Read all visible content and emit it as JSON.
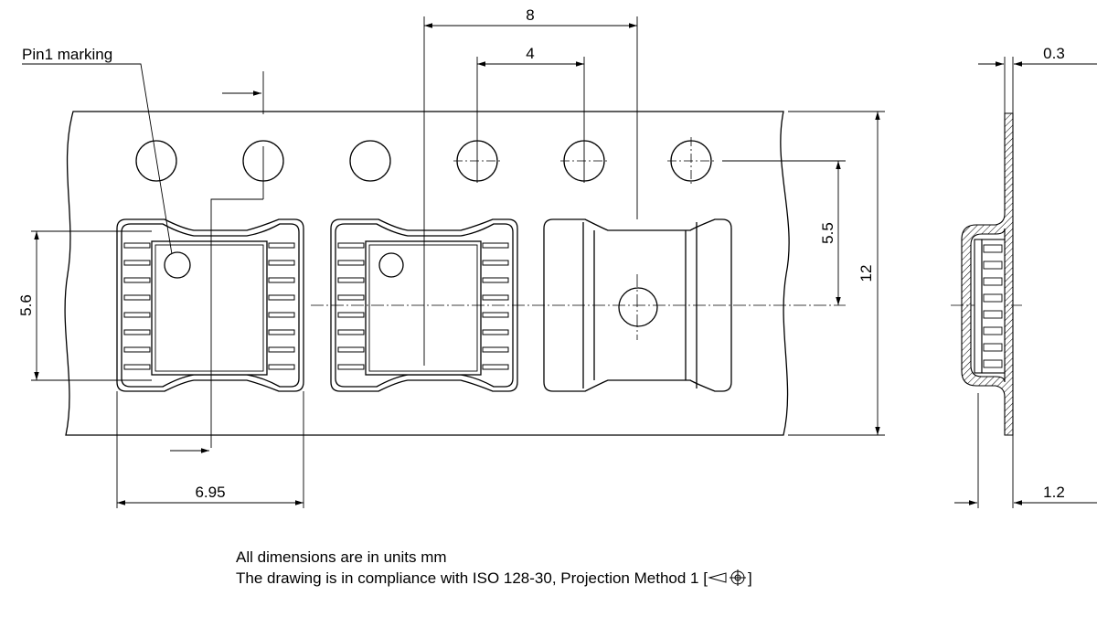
{
  "labels": {
    "pin1_marking": "Pin1 marking",
    "pitch_sprocket": "4",
    "pitch_pocket": "8",
    "center_offset": "5.5",
    "tape_width": "12",
    "pocket_length": "5.6",
    "pocket_width": "6.95",
    "tape_thickness": "0.3",
    "pocket_depth": "1.2"
  },
  "notes": {
    "units": "All dimensions are in units mm",
    "compliance_prefix": "The drawing is in compliance with ISO 128-30, Projection Method 1 [",
    "compliance_suffix": "]"
  },
  "icons": {
    "projection_symbol": "first-angle-projection-icon"
  }
}
